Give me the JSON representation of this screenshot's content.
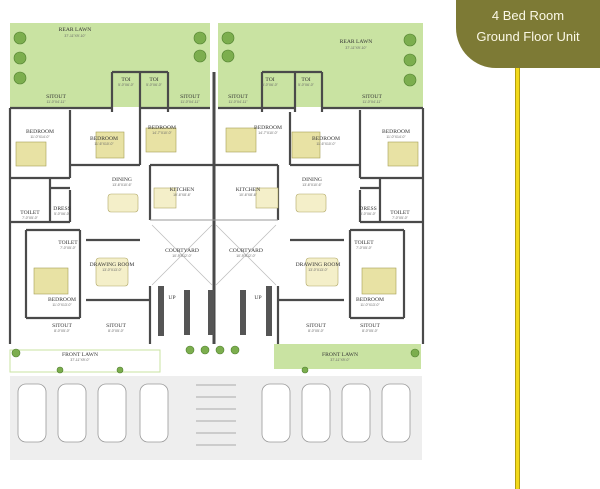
{
  "title": {
    "line1": "4 Bed Room",
    "line2": "Ground Floor Unit"
  },
  "units": {
    "left": {
      "rear_lawn": "REAR LAWN",
      "rear_lawn_dim": "37'-11\"X9'-10\"",
      "toi1": "TOI",
      "toi1_dim": "5'-0\"X6'-0\"",
      "toi2": "TOI",
      "toi2_dim": "5'-0\"X6'-0\"",
      "sitout_a": "SITOUT",
      "sitout_a_dim": "11'-0\"X4'-11\"",
      "sitout_b": "SITOUT",
      "sitout_b_dim": "11'-0\"X4'-11\"",
      "bedroom1": "BEDROOM",
      "bedroom1_dim": "11'-0\"X14'-0\"",
      "bedroom2": "BEDROOM",
      "bedroom2_dim": "11'-6\"X10'-0\"",
      "bedroom3": "BEDROOM",
      "bedroom3_dim": "14'-7\"X10'-0\"",
      "dining": "DINING",
      "dining_dim": "13'-6\"X10'-6\"",
      "kitchen": "KITCHEN",
      "kitchen_dim": "10'-6\"X8'-6\"",
      "toilet1": "TOILET",
      "toilet1_dim": "7'-0\"X5'-0\"",
      "dress": "DRESS",
      "dress_dim": "5'-0\"X6'-0\"",
      "toilet2": "TOILET",
      "toilet2_dim": "7'-0\"X5'-0\"",
      "courtyard": "COURTYARD",
      "courtyard_dim": "10'-9\"X12'-0\"",
      "drawing": "DRAWING ROOM",
      "drawing_dim": "13'-0\"X13'-0\"",
      "bedroom4": "BEDROOM",
      "bedroom4_dim": "11'-0\"X13'-0\"",
      "sitout_c": "SITOUT",
      "sitout_c_dim": "8'-0\"X5'-0\"",
      "sitout_d": "SITOUT",
      "sitout_d_dim": "8'-0\"X5'-0\"",
      "up": "UP",
      "front_lawn": "FRONT LAWN",
      "front_lawn_dim": "37'-11\"X9'-0\""
    },
    "right": {
      "rear_lawn": "REAR LAWN",
      "rear_lawn_dim": "37'-11\"X9'-10\"",
      "toi1": "TOI",
      "toi1_dim": "5'-0\"X6'-0\"",
      "toi2": "TOI",
      "toi2_dim": "5'-0\"X6'-0\"",
      "sitout_a": "SITOUT",
      "sitout_a_dim": "11'-0\"X4'-11\"",
      "sitout_b": "SITOUT",
      "sitout_b_dim": "11'-0\"X4'-11\"",
      "bedroom1": "BEDROOM",
      "bedroom1_dim": "14'-7\"X10'-0\"",
      "bedroom2": "BEDROOM",
      "bedroom2_dim": "11'-6\"X10'-0\"",
      "bedroom3": "BEDROOM",
      "bedroom3_dim": "11'-0\"X14'-0\"",
      "dining": "DINING",
      "dining_dim": "13'-6\"X10'-6\"",
      "kitchen": "KITCHEN",
      "kitchen_dim": "10'-6\"X8'-6\"",
      "toilet1": "TOILET",
      "toilet1_dim": "7'-0\"X5'-0\"",
      "dress": "DRESS",
      "dress_dim": "5'-0\"X6'-0\"",
      "toilet2": "TOILET",
      "toilet2_dim": "7'-0\"X5'-0\"",
      "courtyard": "COURTYARD",
      "courtyard_dim": "10'-9\"X12'-0\"",
      "drawing": "DRAWING ROOM",
      "drawing_dim": "13'-0\"X13'-0\"",
      "bedroom4": "BEDROOM",
      "bedroom4_dim": "11'-0\"X13'-0\"",
      "sitout_c": "SITOUT",
      "sitout_c_dim": "8'-0\"X5'-0\"",
      "sitout_d": "SITOUT",
      "sitout_d_dim": "8'-0\"X5'-0\"",
      "up": "UP",
      "front_lawn": "FRONT LAWN",
      "front_lawn_dim": "37'-11\"X9'-0\""
    }
  },
  "colors": {
    "lawn": "#c9e3a2",
    "wall": "#4a4a4a",
    "floor": "#ffffff",
    "bed": "#e8e2a4",
    "banner": "#7d7a35",
    "pole": "#f2d91b",
    "parking": "#eeeeee"
  }
}
